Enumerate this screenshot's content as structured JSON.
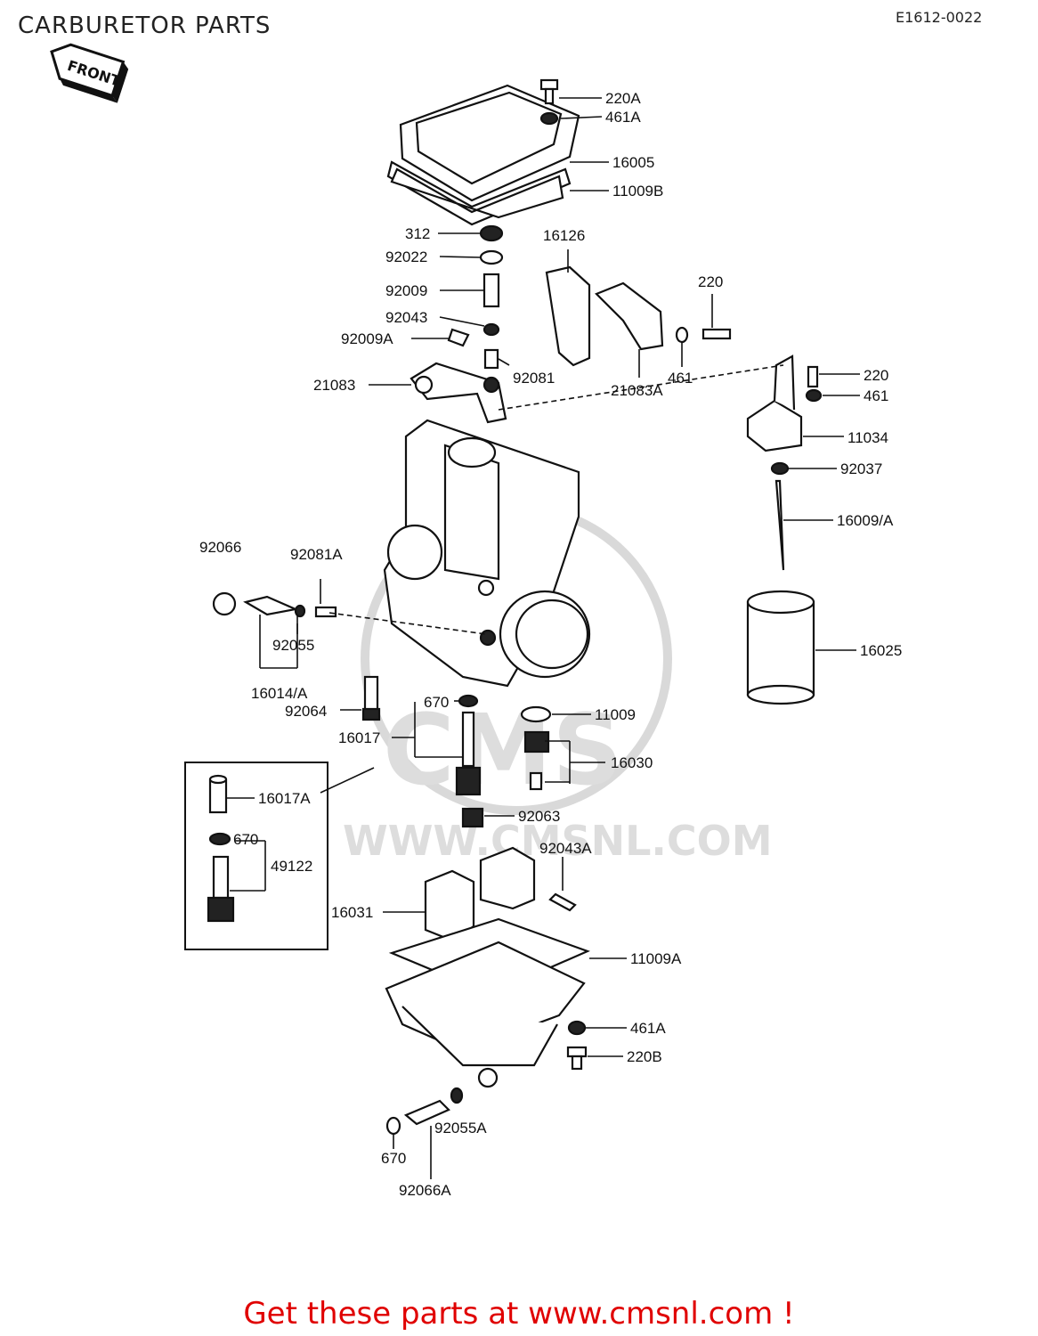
{
  "header": {
    "title": "CARBURETOR PARTS",
    "diagram_code": "E1612-0022",
    "front_badge": "FRONT"
  },
  "watermark": {
    "brand": "CMS",
    "url": "WWW.CMSNL.COM"
  },
  "footer": {
    "cta": "Get these parts at www.cmsnl.com !"
  },
  "parts": {
    "p220a": "220A",
    "p461a_top": "461A",
    "p16005": "16005",
    "p11009b": "11009B",
    "p312": "312",
    "p92022": "92022",
    "p16126": "16126",
    "p92009": "92009",
    "p220_top": "220",
    "p92043": "92043",
    "p92009a": "92009A",
    "p461_mid": "461",
    "p92081": "92081",
    "p21083a": "21083A",
    "p21083": "21083",
    "p220_right": "220",
    "p461_right": "461",
    "p11034": "11034",
    "p92037": "92037",
    "p16009a": "16009/A",
    "p92066": "92066",
    "p92081a": "92081A",
    "p16025": "16025",
    "p92055": "92055",
    "p16014a": "16014/A",
    "p670_top": "670",
    "p92064": "92064",
    "p11009": "11009",
    "p16017": "16017",
    "p16030": "16030",
    "p16017a": "16017A",
    "p92063": "92063",
    "p670_box": "670",
    "p49122": "49122",
    "p92043a": "92043A",
    "p16031": "16031",
    "p11009a": "11009A",
    "p461a_bottom": "461A",
    "p220b": "220B",
    "p92055a": "92055A",
    "p670_bottom": "670",
    "p92066a": "92066A"
  }
}
